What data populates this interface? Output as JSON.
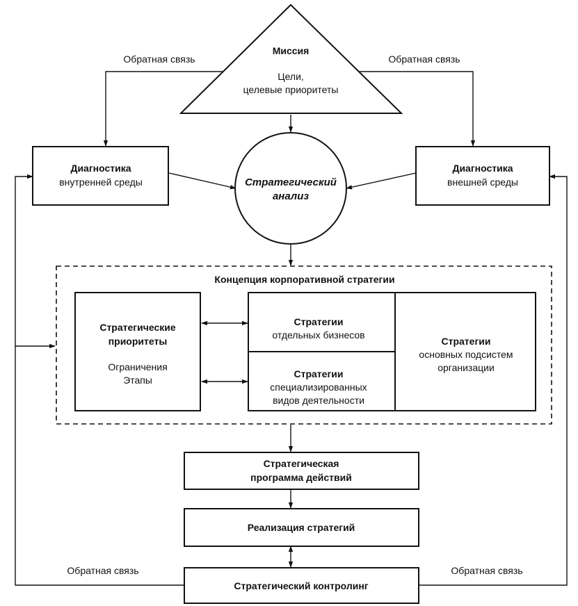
{
  "mission": {
    "title": "Миссия",
    "line1": "Цели,",
    "line2": "целевые приоритеты"
  },
  "analysis": {
    "line1": "Стратегический",
    "line2": "анализ"
  },
  "diag_internal": {
    "line1": "Диагностика",
    "line2": "внутренней среды"
  },
  "diag_external": {
    "line1": "Диагностика",
    "line2": "внешней среды"
  },
  "concept": {
    "title": "Концепция корпоративной стратегии",
    "priorities": {
      "line1": "Стратегические",
      "line2": "приоритеты",
      "line3": "Ограничения",
      "line4": "Этапы"
    },
    "business": {
      "line1": "Стратегии",
      "line2": "отдельных бизнесов"
    },
    "specialized": {
      "line1": "Стратегии",
      "line2": "специализированных",
      "line3": "видов деятельности"
    },
    "subsystems": {
      "line1": "Стратегии",
      "line2": "основных подсистем",
      "line3": "организации"
    }
  },
  "program": {
    "line1": "Стратегическая",
    "line2": "программа действий"
  },
  "implementation": {
    "label": "Реализация стратегий"
  },
  "controlling": {
    "label": "Стратегический контролинг"
  },
  "feedback": {
    "top_left": "Обратная связь",
    "top_right": "Обратная связь",
    "bottom_left": "Обратная связь",
    "bottom_right": "Обратная связь"
  }
}
